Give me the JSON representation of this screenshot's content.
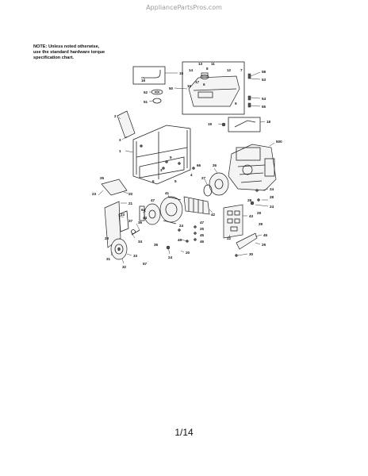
{
  "watermark": "AppliancePartsPros.com",
  "note": {
    "line1": "NOTE: Unless noted otherwise,",
    "line2": "use the standard hardware torque",
    "line3": "specification chart."
  },
  "page_number": "1/14",
  "callouts": {
    "c1": "1",
    "c2": "2",
    "c3": "3",
    "c4": "4",
    "c5": "5",
    "c6": "6",
    "c7": "7",
    "c8": "8",
    "c9": "9",
    "c10": "10",
    "c11": "11",
    "c12": "12",
    "c13": "13",
    "c14": "14",
    "c15": "15",
    "c16": "16",
    "c17": "17",
    "c18": "18",
    "c19": "19",
    "c20": "20",
    "c21": "21",
    "c22": "22",
    "c23": "23",
    "c24": "24",
    "c25": "25",
    "c26": "26",
    "c27": "27",
    "c28": "28",
    "c29": "29",
    "c30": "30",
    "c31": "31",
    "c32": "32",
    "c33": "33",
    "c34": "34",
    "c36": "36",
    "c37": "37",
    "c41": "41",
    "c42": "42",
    "c43": "43",
    "c44": "44",
    "c45": "45",
    "c46": "46",
    "c47": "47",
    "c49": "49",
    "c50": "50",
    "c51": "51",
    "c52": "52",
    "c53": "53",
    "c54": "54",
    "c55": "55",
    "c56": "56",
    "c57": "57",
    "c58": "58",
    "c64": "64",
    "c66": "66",
    "c500": "500"
  }
}
